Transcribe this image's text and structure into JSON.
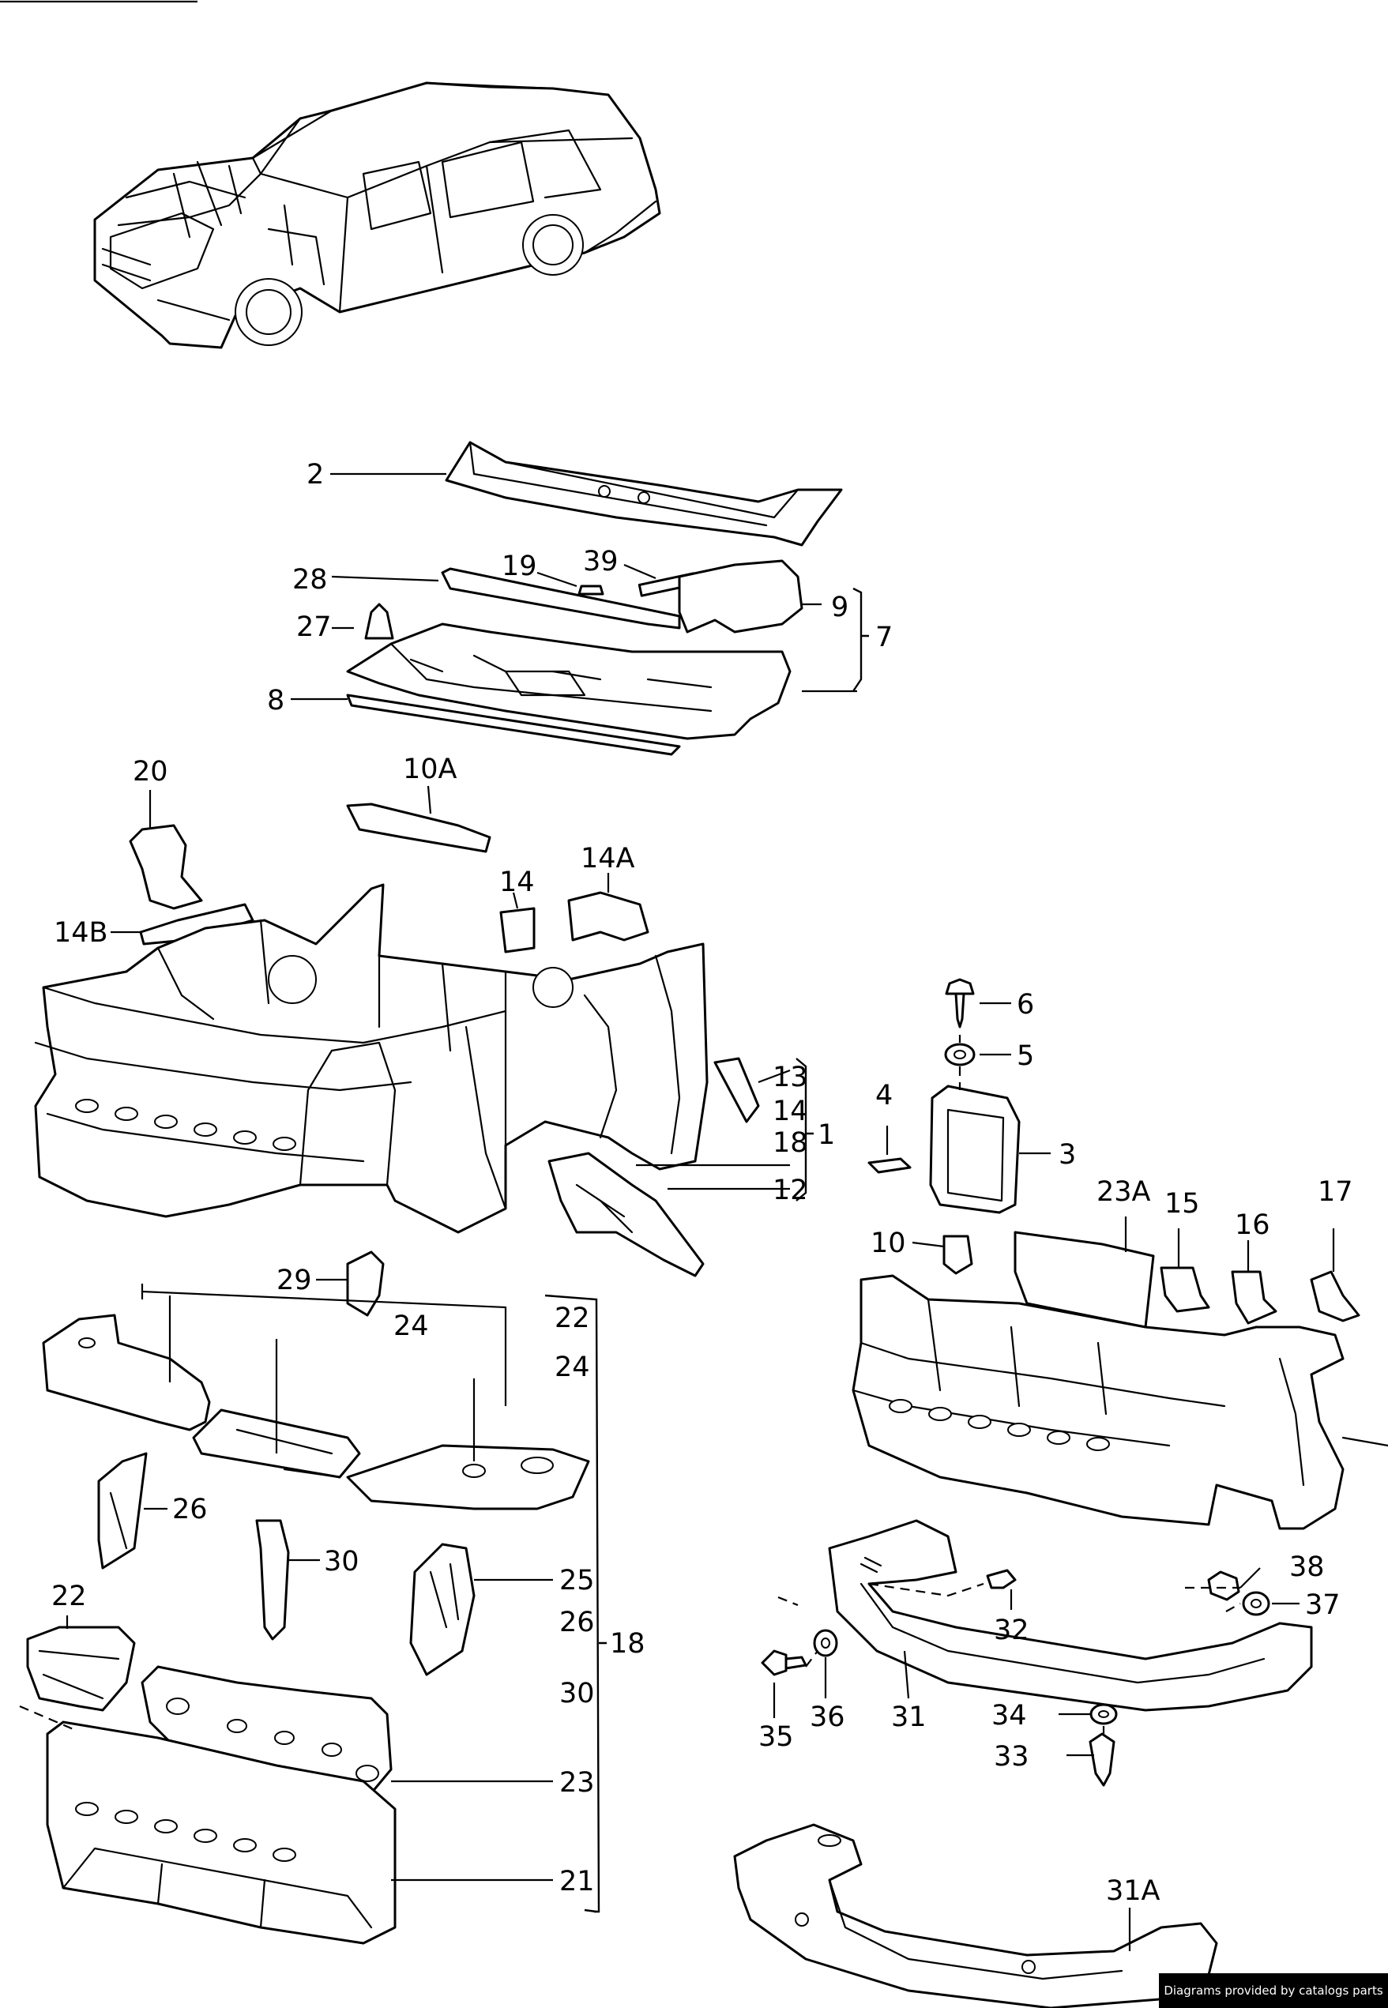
{
  "callouts": {
    "c2": "2",
    "c28": "28",
    "c19": "19",
    "c39": "39",
    "c27": "27",
    "c9": "9",
    "c7": "7",
    "c8": "8",
    "c20": "20",
    "c10A": "10A",
    "c14": "14",
    "c14A": "14A",
    "c14B": "14B",
    "c6": "6",
    "c5": "5",
    "c4": "4",
    "c3": "3",
    "c13": "13",
    "c14b": "14",
    "c18": "18",
    "c1": "1",
    "c12": "12",
    "c10": "10",
    "c23A": "23A",
    "c15": "15",
    "c16": "16",
    "c17": "17",
    "c29": "29",
    "c24": "24",
    "c22r": "22",
    "c24r": "24",
    "c26": "26",
    "c30": "30",
    "c25": "25",
    "c26r": "26",
    "c18r": "18",
    "c30r": "30",
    "c22": "22",
    "c23": "23",
    "c21": "21",
    "c38": "38",
    "c37": "37",
    "c32": "32",
    "c35": "35",
    "c36": "36",
    "c31": "31",
    "c34": "34",
    "c33": "33",
    "c31A": "31A"
  },
  "footer": {
    "credit": "Diagrams provided by catalogs parts"
  }
}
